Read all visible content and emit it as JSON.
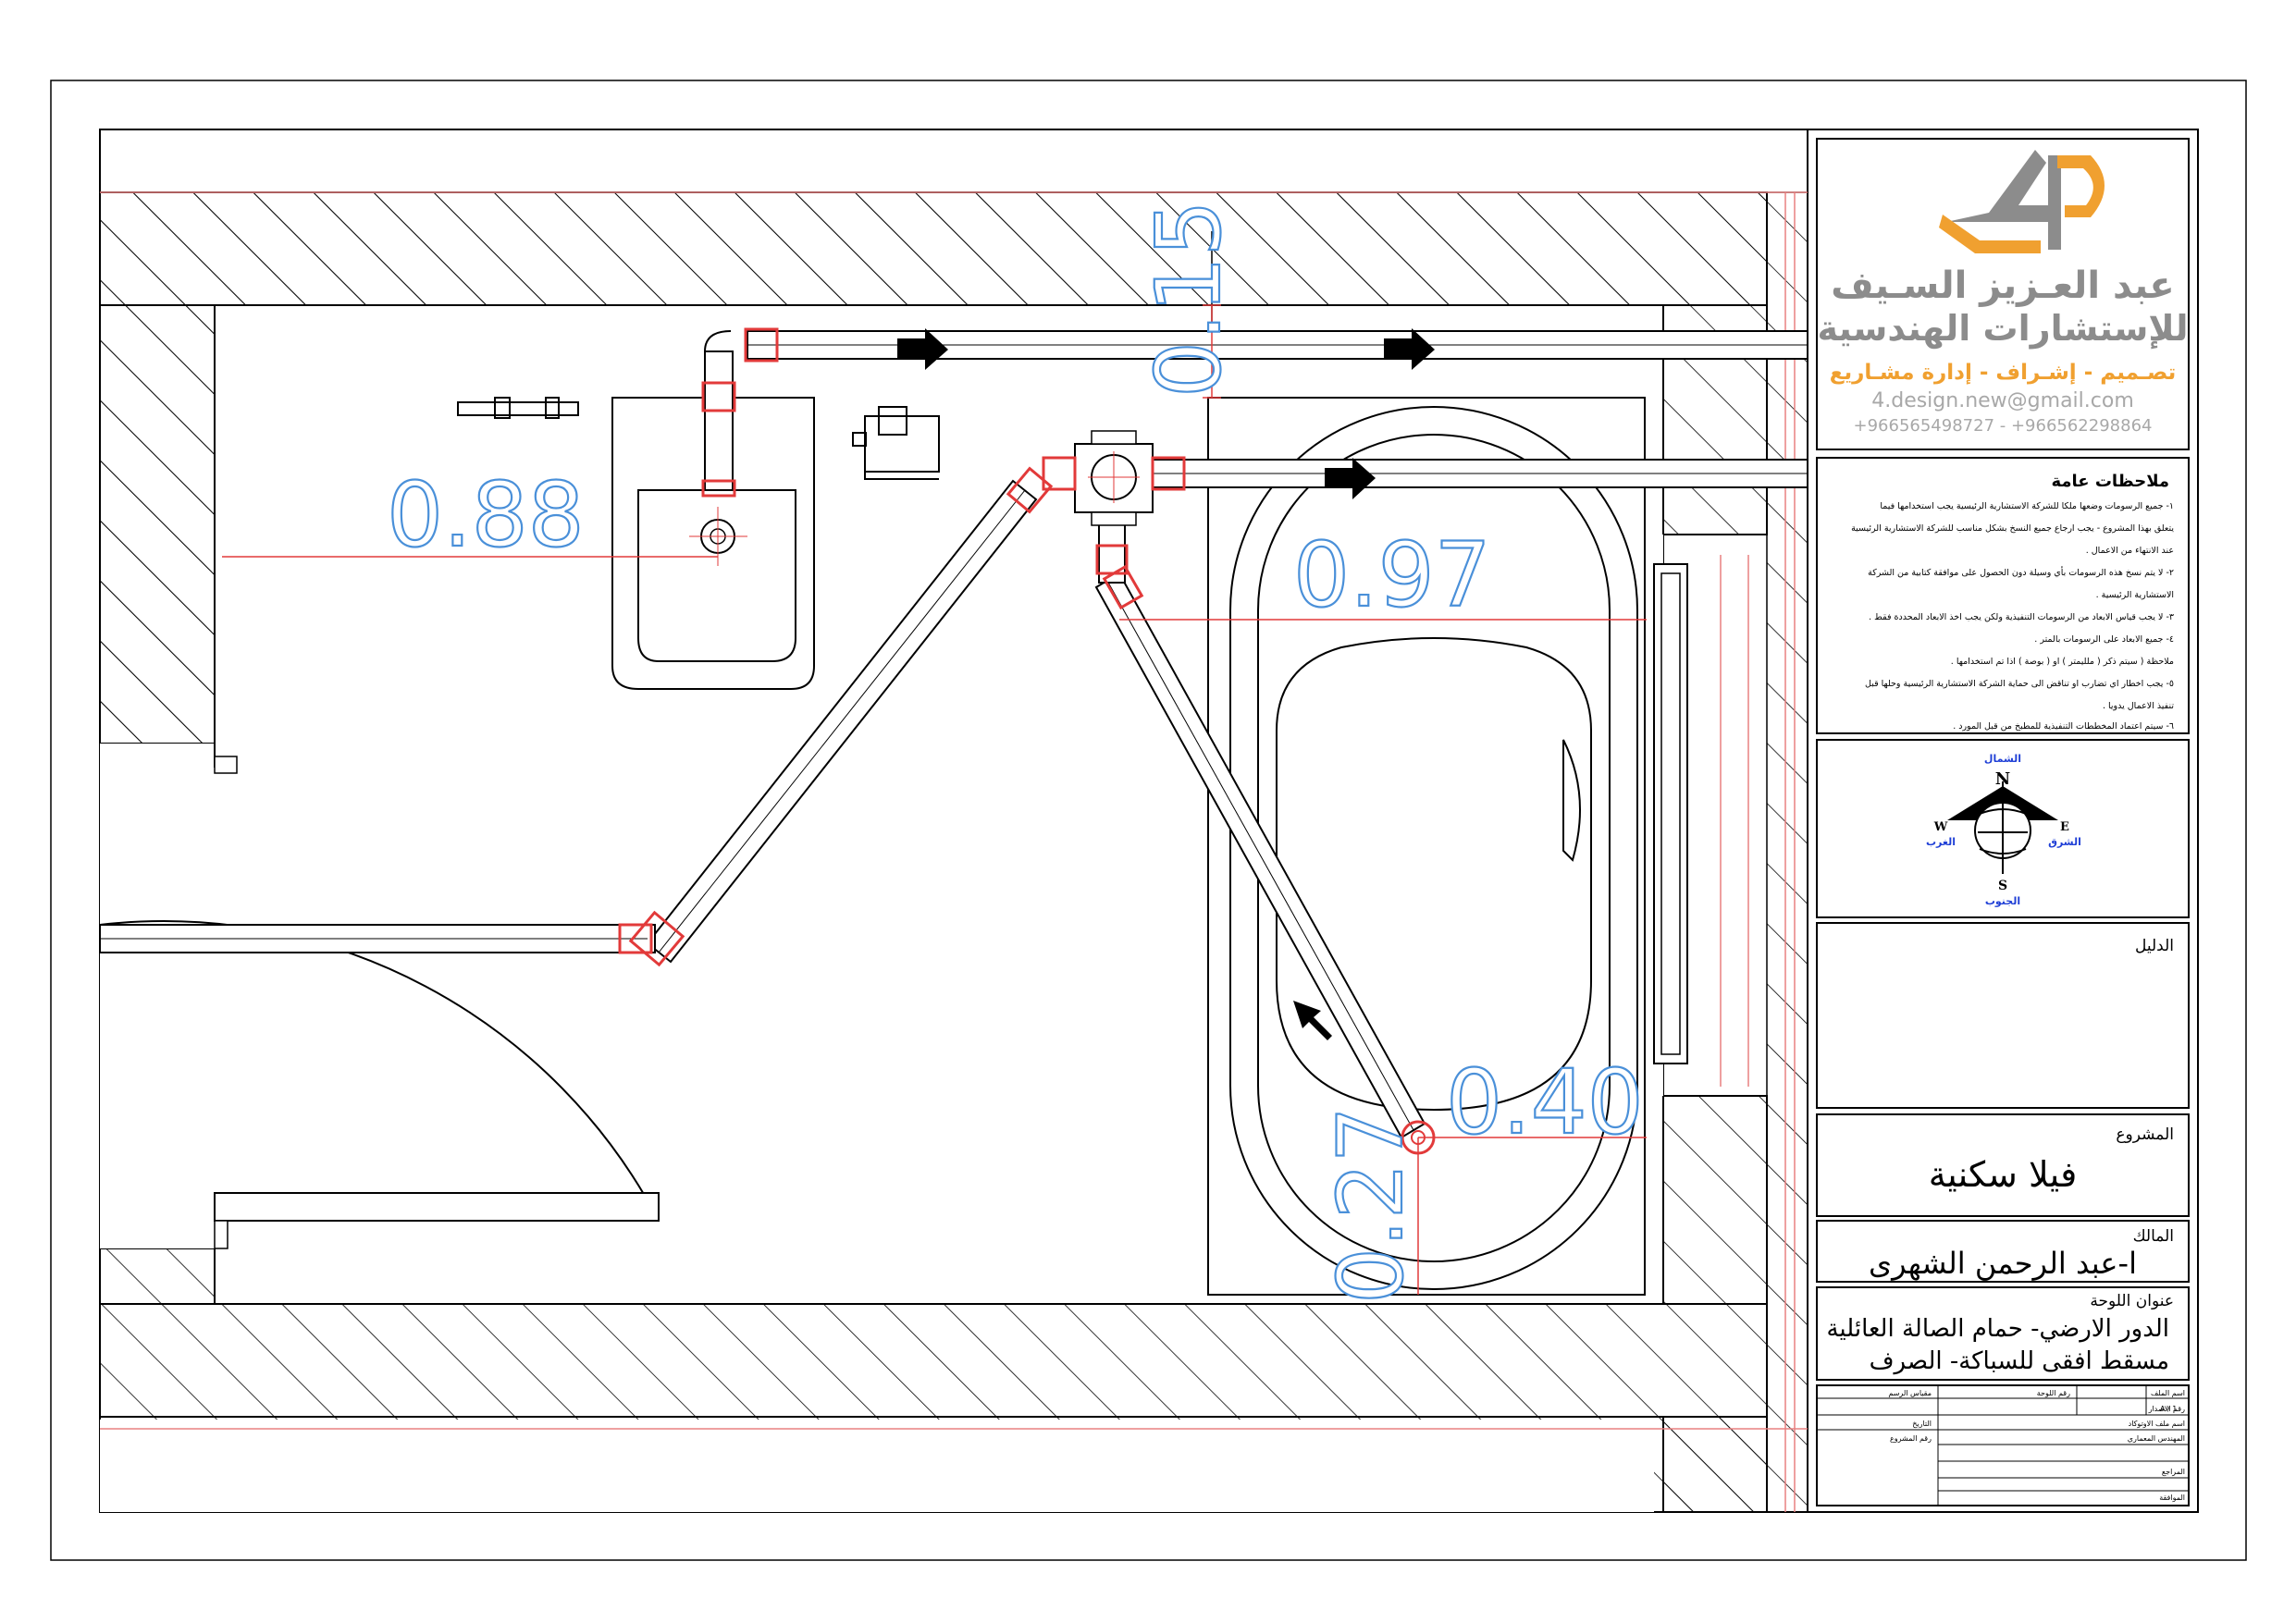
{
  "company": {
    "name_line1": "عبد العـزيز السـيف",
    "name_line2": "للإستشارات الهندسية",
    "services": "تصـميم - إشـراف - إدارة مشـاريع",
    "email": "4.design.new@gmail.com",
    "phones": "+966565498727 - +966562298864",
    "brand_gray": "#8c8c8c",
    "brand_orange": "#f0a030"
  },
  "notes": {
    "title": "ملاحظات عامة",
    "items": [
      "١- جميع الرسومات وضعها ملكا للشركة الاستشارية الرئيسية يجب استخدامها فيما",
      "يتعلق بهذا المشروع - يجب ارجاع جميع النسخ بشكل مناسب للشركة الاستشارية الرئيسية",
      "عند الانتهاء من الاعمال .",
      "٢- لا يتم نسخ هذه الرسومات بأي وسيلة دون الحصول على موافقة كتابية من الشركة",
      "الاستشارية الرئيسية .",
      "٣- لا يجب قياس الابعاد من الرسومات التنفيذية ولكن يجب اخذ الابعاد المحددة فقط .",
      "٤- جميع الابعاد على الرسومات بالمتر .",
      "ملاحظة ( سيتم ذكر ( ملليمتر ) او ( بوصة ) اذا تم استخدامها .",
      "٥- يجب اخطار اي تضارب او تناقض الى حماية الشركة الاستشارية الرئيسية وحلها قبل",
      "تنفيذ الاعمال يدويا .",
      "٦- سيتم اعتماد المخططات التنفيذية للمطبخ من قبل المورد ."
    ]
  },
  "compass": {
    "n": "N",
    "s": "S",
    "e": "E",
    "w": "W",
    "n_ar": "الشمال",
    "s_ar": "الجنوب",
    "e_ar": "الشرق",
    "w_ar": "الغرب",
    "label_color": "#1f3fd6"
  },
  "legend": {
    "title": "الدليل"
  },
  "project": {
    "title": "المشروع",
    "name": "فيلا سكنية"
  },
  "owner": {
    "title": "المالك",
    "name": "ا-عبد الرحمن الشهرى"
  },
  "sheet_title": {
    "title": "عنوان اللوحة",
    "line1": "الدور الارضي- حمام الصالة العائلية",
    "line2": "مسقط افقى للسباكة- الصرف"
  },
  "info_table": {
    "scale": "مقياس الرسم",
    "sheet_no": "رقم اللوحة",
    "file_name": "اسم الملف",
    "revision": "رقم الاصدار",
    "date": "التاريخ",
    "cad_name": "اسم ملف الاوتوكاد",
    "project_no": "رقم المشروع",
    "architect": "المهندس المعماري",
    "reviewed": "المراجع",
    "approved": "الموافقة",
    "revision_value": "A / 1"
  },
  "dimensions": {
    "d1": "0.88",
    "d2": "0.97",
    "d3": "0.40",
    "d4": "0.27",
    "d5": "0.15",
    "color": "#4a90d9"
  },
  "colors": {
    "pipe_red": "#e23a3a",
    "guide_red": "#e88080"
  }
}
